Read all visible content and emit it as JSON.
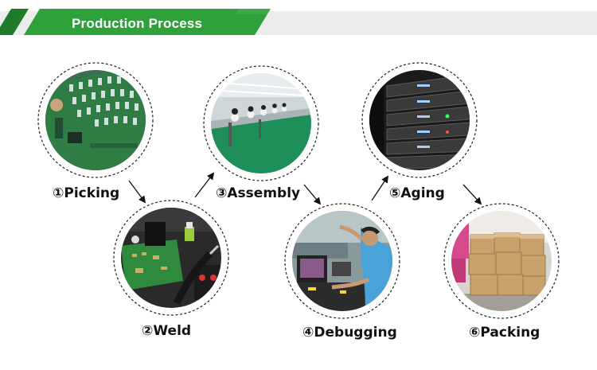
{
  "header": {
    "title": "Production Process",
    "colors": {
      "green": "#2fa13a",
      "dark_green": "#1f7a2a",
      "band": "#ececec"
    }
  },
  "steps": [
    {
      "label": "①Picking",
      "image": "pcb-components-photo"
    },
    {
      "label": "②Weld",
      "image": "soldering-station-photo"
    },
    {
      "label": "③Assembly",
      "image": "assembly-line-workers-photo"
    },
    {
      "label": "④Debugging",
      "image": "technician-debugging-photo"
    },
    {
      "label": "⑤Aging",
      "image": "server-rack-aging-photo"
    },
    {
      "label": "⑥Packing",
      "image": "cardboard-boxes-photo"
    }
  ]
}
